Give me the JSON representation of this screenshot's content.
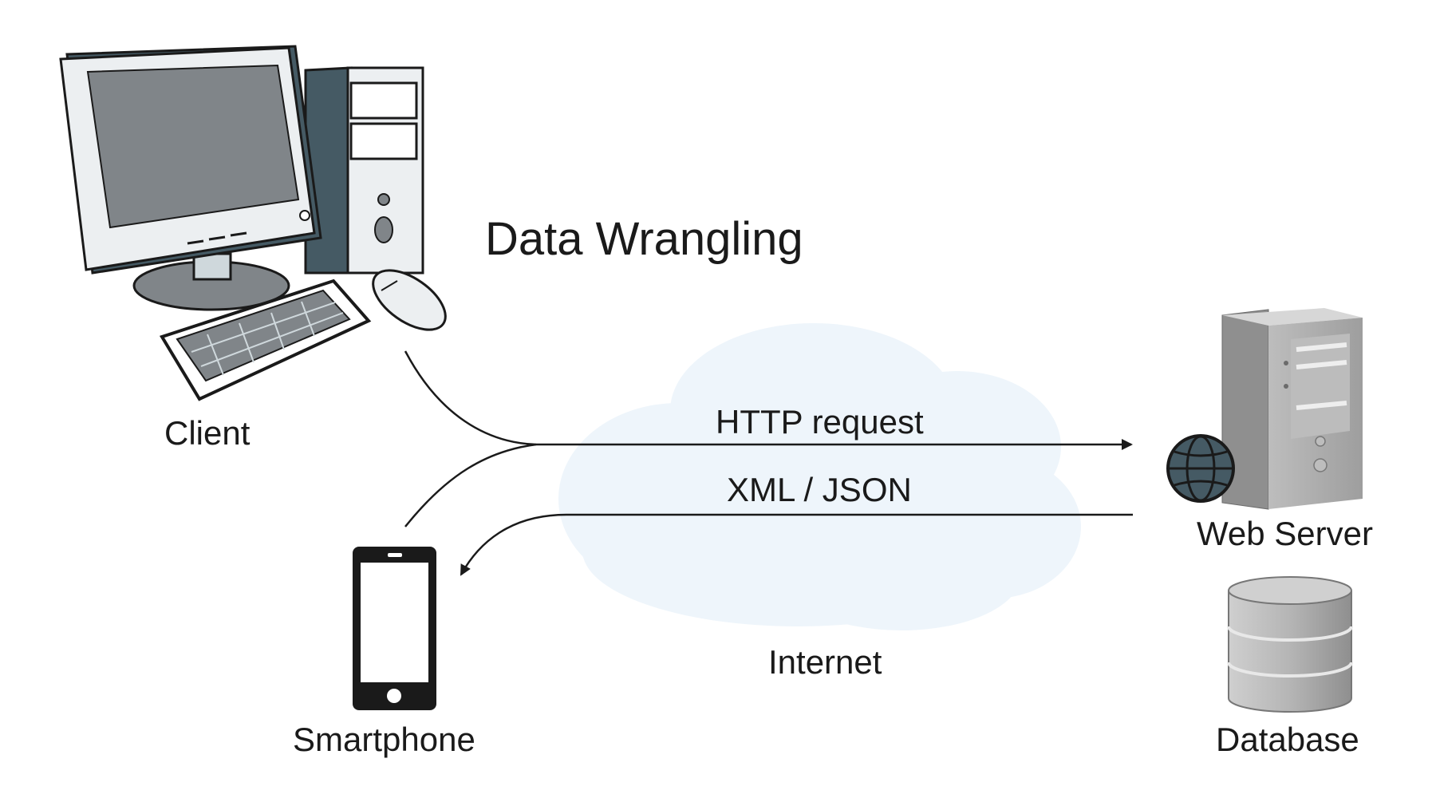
{
  "title": "Data Wrangling",
  "nodes": {
    "client": {
      "label": "Client"
    },
    "smartphone": {
      "label": "Smartphone"
    },
    "web_server": {
      "label": "Web Server"
    },
    "database": {
      "label": "Database"
    }
  },
  "network": {
    "label": "Internet"
  },
  "flows": {
    "request": {
      "label": "HTTP request"
    },
    "response": {
      "label": "XML / JSON"
    }
  },
  "colors": {
    "cloud": "#eef5fb",
    "screen": "#808589",
    "device_dark": "#455a64",
    "server_gray": "#a9a9a9",
    "line": "#1a1a1a"
  }
}
